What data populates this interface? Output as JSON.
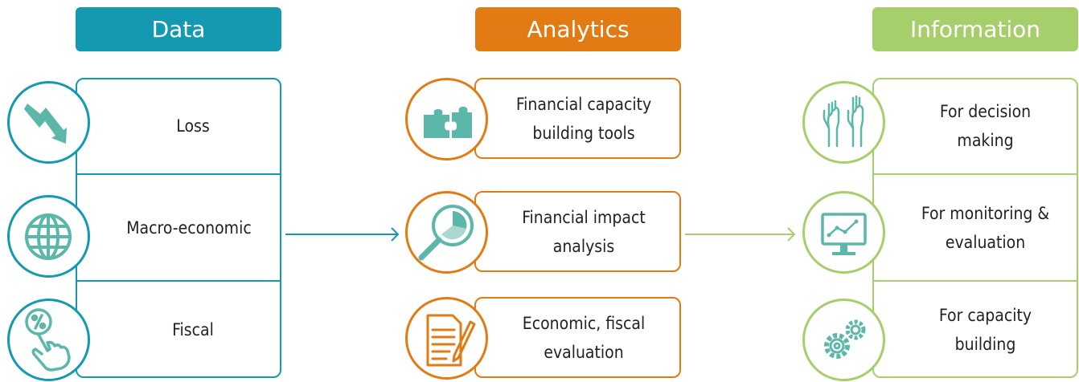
{
  "colors": {
    "data": "#1499b0",
    "analytics": "#e27b13",
    "information": "#a6ce6b",
    "icon_teal": "#5cb7ab"
  },
  "columns": {
    "data": {
      "title": "Data",
      "items": [
        {
          "label": "Loss",
          "icon": "trend-down-arrow-icon"
        },
        {
          "label": "Macro-economic",
          "icon": "globe-icon"
        },
        {
          "label": "Fiscal",
          "icon": "percent-hand-icon"
        }
      ]
    },
    "analytics": {
      "title": "Analytics",
      "items": [
        {
          "label": "Financial capacity building tools",
          "icon": "puzzle-icon"
        },
        {
          "label": "Financial impact analysis",
          "icon": "magnifier-pie-icon"
        },
        {
          "label": "Economic, fiscal evaluation",
          "icon": "document-pen-icon"
        }
      ]
    },
    "information": {
      "title": "Information",
      "items": [
        {
          "label": "For decision making",
          "icon": "raised-hands-icon"
        },
        {
          "label": "For monitoring & evaluation",
          "icon": "monitor-chart-icon"
        },
        {
          "label": "For capacity building",
          "icon": "gears-icon"
        }
      ]
    }
  }
}
